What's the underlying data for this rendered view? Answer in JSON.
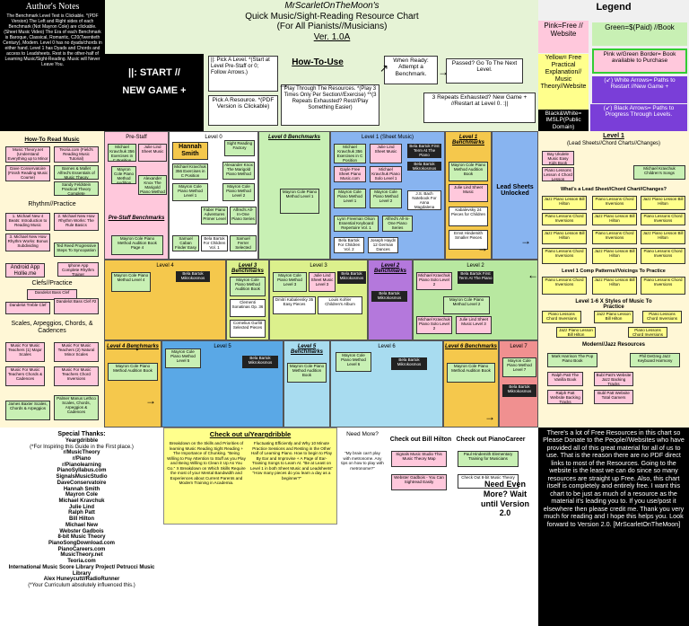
{
  "author": {
    "title": "Author's Notes",
    "body": "The Benchmark Level Text is Clickable. *(PDF Version) The Left and Right sides of each Benchmark (Not Mayron Cole) are clickable. (Sheet Music Video) The Era of each Benchmark is Baroque, Classical, Romantic, C20(Twentieth Century), Modern. Level 0 has no dyads/chords in either hand. Level 1 has Dyads and Chords and access to Leadsheets. Rest is the other-half of Learning Music/Sight-Reading. Music will Never Leave You."
  },
  "header": {
    "author": "MrScarletOnTheMoon's",
    "title1": "Quick Music/Sight-Reading Resource Chart",
    "title2": "(For All Pianists//Musicians)",
    "version": "Ver. 1.0A"
  },
  "start": {
    "label1": "||:  START  //",
    "label2": "NEW GAME +"
  },
  "how": {
    "pick_level": "||:  Pick A Level. *(Start at Level Pre-Staff or 0; Follow Arrows.)",
    "title": "How-To-Use",
    "pick_resource": "Pick A Resource. *(PDF Version is Clickable)",
    "play": "Play Through The Resources. *(Play 3 Times Only Per Section//Exercise) **(3 Repeats Exhausted? Rest//Play Something Easier)",
    "ready": "When Ready: Attempt a Benchmark.",
    "passed": "Passed? Go To The Next Level.",
    "repeats": "3 Repeats Exhausted? New Game + //Restart at Level 0. :||"
  },
  "legend": {
    "title": "Legend",
    "pink": "Pink=Free // Website",
    "green": "Green=$(Paid) //Book",
    "yellow": "Yellow= Free Practical Explanation// Music Theory//Website",
    "pinkgreen": "Pink w/Green Border= Book available to Purchase",
    "white_arrows": "(↙) White Arrows= Paths to Restart //New Game +",
    "bw": "Black&White= IMSLP(Public Domain)",
    "black_arrows": "(↙) Black Arrows= Paths to Progress Through Levels."
  },
  "left": {
    "how_read": "How-To Read Music",
    "read_items": [
      "Music Theory.net (Understand Everything up to Minor Scales)",
      "Teoria.com (Field's Reading Music Tutorial)",
      "Dave Conservatoire (Finish Reading Music Course)",
      "Barnes & Mallet Alfred's Essentials of Music Theory",
      "Sandy Feldstein Practical Theory Complete"
    ],
    "rhythm": "Rhythm//Practice",
    "rhythm_items": [
      "1. Michael New 4 Beats: Introduction to Reading Music",
      "2. Michael New How Rhythm Works: The Rule Basics",
      "3. Michael New How Rhythm Works: Bonus Subdividing",
      "Ted Reed Progressive Steps To Syncopation",
      "Android App Hollie.me",
      "Iphone App Complete Rhythm Trainer"
    ],
    "clefs": "Clefs//Practice",
    "clefs_items": [
      "Dandelot Bass Clef",
      "Dandelot Treble Clef",
      "Dandelot Bass Clef #2"
    ],
    "scales": "Scales, Arpeggios, Chords, & Cadences",
    "scales_items": [
      "Music For Music Teachers (1) Major Scales",
      "Music For Music Teachers (2) Natural Minor Scales",
      "Music For Music Teachers Chords & Cadences",
      "Music For Music Teachers Chord Inversions",
      "James Baxter Scales, Chords & Arpeggios",
      "Palmer Manus Lethco Scales, Chords, Arpeggios & Cadences"
    ]
  },
  "levels": {
    "prestaff": "Pre-Staff",
    "prestaff_bench": "Pre-Staff Benchmarks",
    "prestaff_bench_item": "Mayron Cole Piano Method Audition Book Page 4",
    "level0": "Level 0",
    "hannah": "Hannah Smith",
    "level0_bench": "Level 0 Benchmarks",
    "level1": "Level 1 (Sheet Music)",
    "level1_bench": "Level 1 Benchmarks",
    "lead_unlock": "Lead Sheets Unlocked",
    "level2": "Level 2",
    "level2_bench": "Level 2 Benchmarks",
    "level3": "Level 3",
    "level3_bench": "Level 3 Benchmarks",
    "level4": "Level 4",
    "level4_bench": "Level 4 Benchmarks",
    "level5": "Level 5",
    "level5_bench": "Level 5 Benchmarks",
    "level6": "Level 6",
    "level6_bench": "Level 6 Benchmarks",
    "level7": "Level 7"
  },
  "leadsheets": {
    "level1": "Level 1",
    "sub": "(Lead Sheets//Chord Charts//Changes)",
    "whats": "What's a Lead Sheet//Chord Chart//Changes?",
    "patterns": "Level 1 Comp Patterns//Voicings To Practice",
    "styles": "Level 1-6 X Styles of Music To Practice",
    "modern": "Modern//Jazz Resources",
    "items": [
      "Bay Ukulele Music Easy Kids Book",
      "Piano Lessons Lesson 4 Chord Lesson",
      "Michael Kravchuk Children's Songs",
      "Jazz Piano Lesson Bill Hilton",
      "Piano Lessons Chord Inversions",
      "Mark Harrison The Pop Piano Book",
      "Phil DeGreg Jazz Keyboard Harmony",
      "Ralph Patt The Vanilla Book",
      "Bubl Patt's Website Jazz Backing Tracks",
      "Ralph Patt Website Backing Tracks",
      "Bubl Patt Website Total Gamers"
    ]
  },
  "dark_pills": [
    "Bela Bartok Mikrokosmos",
    "Bela Bartok Mikrokosmos",
    "Bela Bartok Mikrokosmos",
    "Bela Bartok First Term At The Piano",
    "Bela Bartok Mikrokosmos",
    "Bela Bartok Mikrokosmos",
    "Bela Bartok Mikrokosmos",
    "Bela Bartok Mikrokosmos"
  ],
  "level_pills": [
    "Mayron Cole Piano Method Level 1",
    "Mayron Cole Piano Method Level 2",
    "Mayron Cole Piano Method Level 3",
    "Mayron Cole Piano Method Level 4",
    "Mayron Cole Piano Method Level 5",
    "Mayron Cole Piano Method Level 6",
    "Mayron Cole Piano Method Level 7",
    "Michael Kravchuk 356 Exercises in C Position",
    "Julie Lind Sheet Music",
    "Gayle Free Sheet Piano Music.com",
    "Michael Kravchuk Piano Solo Level 1",
    "Michael Kravchuk Piano Solo Level 2",
    "Julie Lind Sheet Music Level 3",
    "Mayron Cole Piano Method Audition Book",
    "Sight Reading Factory",
    "Alexander Knox The Marigold Piano Method",
    "Faber Piano Adventures Primer Level",
    "Lynn Freeman Olson Essential Keyboard Repertoire Vol. 1",
    "Alfred's All-In-One Piano Series",
    "Samuel Caban Finder Easy Piano Pieces",
    "Bela Bartok For Children Vol. 1",
    "Bela Bartok For Children Vol. 2",
    "Samuel Ferrer Selected Exercises",
    "J.S. Bach Notebook For Anna Magdalena",
    "Joseph Haydn 12 German Dances",
    "Kabalevsky 24 Pieces for Children",
    "Ernst Hindemith Smaller Pieces",
    "Clementi Sonatinas Op. 36",
    "Cornelius Gurlitt Selected Pieces",
    "Dmitri Kabalevsky 35 Easy Pieces",
    "Louis Kohler Children's Album"
  ],
  "thanks": {
    "title": "Special Thanks:",
    "names": [
      "Yeargdribble",
      "(*For Inspiring this Guide in the First place.)",
      "r/MusicTheory",
      "r/Piano",
      "r/Pianolearning",
      "PianoSyllabus.com",
      "SignalsMusicStudio",
      "DaveConservatoire",
      "Hannah Smith",
      "Mayron Cole",
      "Michael Kravchuk",
      "Julie Lind",
      "Ralph Patt",
      "Bill Hilton",
      "Michael New",
      "Webster Gadbois",
      "8-bit Music Theory",
      "PianoSongDownload.com",
      "PianoCareers.com",
      "MusicTheory.net",
      "Teoria.com",
      "International Music Score Library Project/ Petrucci Music Library",
      "Alex Huneycutt//RadioRunner",
      "(*Your Curriculum absolutely influenced this.)"
    ]
  },
  "checkout": {
    "yeargdribble": "Check out u/Yeargdribble",
    "need_more": "Need More?",
    "bill": "Check out Bill Hilton",
    "pianocareer": "Check out PianoCareer",
    "y_left": "Breakdown on the Skills and Priorities of learning Music Reading Sight Reading + The Importance of Chunking. \"Being Willing to Pay Attention to Stuff as you Play and Being Willing to Clean it Up As You Go.\" X Breakdown on Which Skills Require the most of your Mental Bandwidth and Experiences about Current Parents and Modern Training in Academia.",
    "y_mid": "Fluctuating Efficiently and Why 10 Minute Practice Sessions and Resting in the Other Half of Learning Piano. How to begin to Play By Ear and Improvise + A Page of Ear-Training Songs to Learn At. \"Be at Least on Level 1 in both Sheet Music and Leadsheets\" \"How many pieces do you learn a day as a beginner?\"",
    "y_right": "\"My brain can't play with metronome. Any tips on how to play with metronome?\"",
    "bill_item": "Signals Music Studio This Music Theory Map",
    "bill_item2": "Webster Gadbois - You Can Sightread Easily",
    "pc_item": "Paul Hindemith Elementary Training for Musicians",
    "pc_item2": "Check Out 8-bit Music Theory",
    "need_even": "Need Even More? Wait until Version 2.0"
  },
  "donate": {
    "body": "There's a lot of Free Resources in this chart so Please Donate to the People//Websites who have provided all of this great material for all of us to use. That is the reason there are no PDF direct links to most of the Resources. Going to the website is the least we can do since so many resources are straight up Free. Also, this chart itself is completely and entirely free. I want this chart to be just as much of a resource as the material it's leading you to. If you use/post it elsewhere then please credit me. Thank you very much for reading and I hope this helps you. Look forward to Version 2.0. [MrScarletOnTheMoon]"
  },
  "colors": {
    "cream": "#fff7d6",
    "pink": "#ffc8dc",
    "green": "#c8f0b4",
    "yellow": "#ffff8c",
    "purple": "#7a3ed8",
    "blue": "#88b4f0",
    "orange": "#f5c84c",
    "lime": "#dcf08c",
    "red": "#f09090",
    "violet": "#b478dc",
    "cyan": "#a8dcf0",
    "lgreen": "#b8e8a0"
  }
}
